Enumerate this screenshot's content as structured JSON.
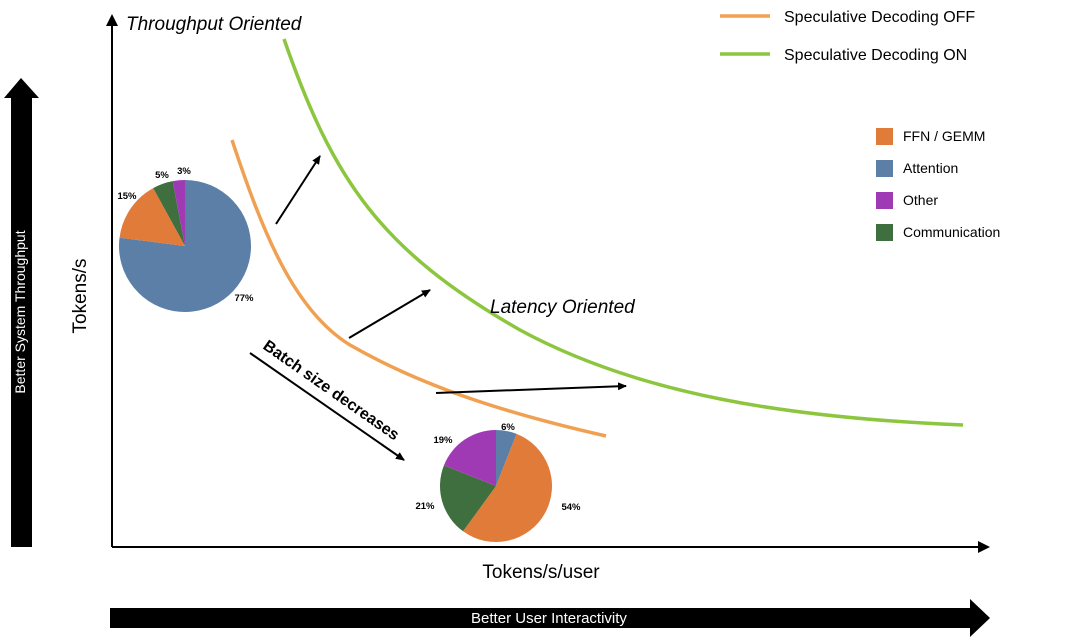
{
  "labels": {
    "throughput_oriented": "Throughput Oriented",
    "latency_oriented": "Latency Oriented",
    "batch_size": "Batch size decreases",
    "y_axis": "Tokens/s",
    "x_axis": "Tokens/s/user",
    "better_throughput": "Better System Throughput",
    "better_interactivity": "Better User Interactivity"
  },
  "legend_lines": [
    {
      "label": "Speculative Decoding OFF",
      "color": "#f0a050"
    },
    {
      "label": "Speculative Decoding ON",
      "color": "#8cc63f"
    }
  ],
  "legend_categories": [
    {
      "label": "FFN / GEMM",
      "color": "#e07b39"
    },
    {
      "label": "Attention",
      "color": "#5b7fa6"
    },
    {
      "label": "Other",
      "color": "#a03ab4"
    },
    {
      "label": "Communication",
      "color": "#3f6f3f"
    }
  ],
  "pies": {
    "throughput": [
      {
        "category": "Attention",
        "value": 77,
        "label": "77%"
      },
      {
        "category": "FFN / GEMM",
        "value": 15,
        "label": "15%"
      },
      {
        "category": "Communication",
        "value": 5,
        "label": "5%"
      },
      {
        "category": "Other",
        "value": 3,
        "label": "3%"
      }
    ],
    "latency": [
      {
        "category": "Attention",
        "value": 6,
        "label": "6%"
      },
      {
        "category": "FFN / GEMM",
        "value": 54,
        "label": "54%"
      },
      {
        "category": "Communication",
        "value": 21,
        "label": "21%"
      },
      {
        "category": "Other",
        "value": 19,
        "label": "19%"
      }
    ]
  }
}
